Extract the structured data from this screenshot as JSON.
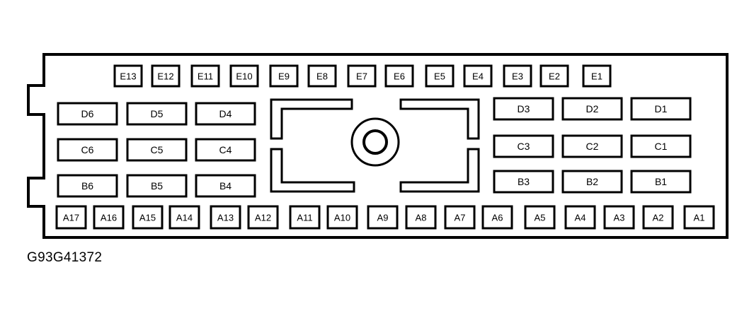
{
  "caption": "G93G41372",
  "rows": {
    "e": [
      "E13",
      "E12",
      "E11",
      "E10",
      "E9",
      "E8",
      "E7",
      "E6",
      "E5",
      "E4",
      "E3",
      "E2",
      "E1"
    ],
    "d_left": [
      "D6",
      "D5",
      "D4"
    ],
    "d_right": [
      "D3",
      "D2",
      "D1"
    ],
    "c_left": [
      "C6",
      "C5",
      "C4"
    ],
    "c_right": [
      "C3",
      "C2",
      "C1"
    ],
    "b_left": [
      "B6",
      "B5",
      "B4"
    ],
    "b_right": [
      "B3",
      "B2",
      "B1"
    ],
    "a": [
      "A17",
      "A16",
      "A15",
      "A14",
      "A13",
      "A12",
      "A11",
      "A10",
      "A9",
      "A8",
      "A7",
      "A6",
      "A5",
      "A4",
      "A3",
      "A2",
      "A1"
    ]
  }
}
